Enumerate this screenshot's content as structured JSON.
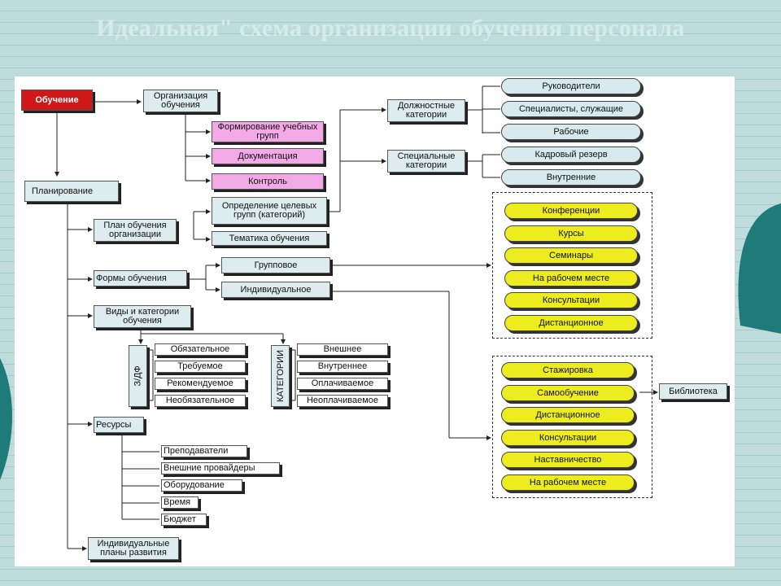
{
  "title": "Идеальная\" схема организации обучения персонала",
  "colors": {
    "background": "#bfdcdc",
    "red": "#d11818",
    "pink": "#f3a9e6",
    "yellow": "#ecec1e",
    "blue": "#d7eaf0"
  },
  "nodes": {
    "obuchenie": "Обучение",
    "organizaciya": "Организация обучения",
    "formirovanie": "Формирование учебных групп",
    "dokumentaciya": "Документация",
    "kontrol": "Контроль",
    "opredelenie": "Определение целевых групп (категорий)",
    "tematika": "Тематика обучения",
    "dolzhnostnye": "Должностные категории",
    "specialnye": "Специальные категории",
    "planirovanie": "Планирование",
    "plan_obucheniya": "План обучения организации",
    "formy": "Формы обучения",
    "gruppovoe": "Групповое",
    "individualnoe": "Индивидуальное",
    "vidy": "Виды и категории обучения",
    "zadp": "З/ДФ",
    "kategorii": "КАТЕГОРИИ",
    "resursy": "Ресурсы",
    "individ_plany": "Индивидуальные планы развития",
    "biblioteka": "Библиотека"
  },
  "roles": [
    "Руководители",
    "Специалисты, служащие",
    "Рабочие"
  ],
  "special": [
    "Кадровый резерв",
    "Внутренние"
  ],
  "group_forms": [
    "Конференции",
    "Курсы",
    "Семинары",
    "На рабочем месте",
    "Консультации",
    "Дистанционное"
  ],
  "individual_forms": [
    "Стажировка",
    "Самообучение",
    "Дистанционное",
    "Консультации",
    "Наставничество",
    "На рабочем месте"
  ],
  "kinds": [
    "Обязательное",
    "Требуемое",
    "Рекомендуемое",
    "Необязательное"
  ],
  "categories": [
    "Внешнее",
    "Внутреннее",
    "Оплачиваемое",
    "Неоплачиваемое"
  ],
  "resources": [
    "Преподаватели",
    "Внешние провайдеры",
    "Оборудование",
    "Время",
    "Бюджет"
  ]
}
